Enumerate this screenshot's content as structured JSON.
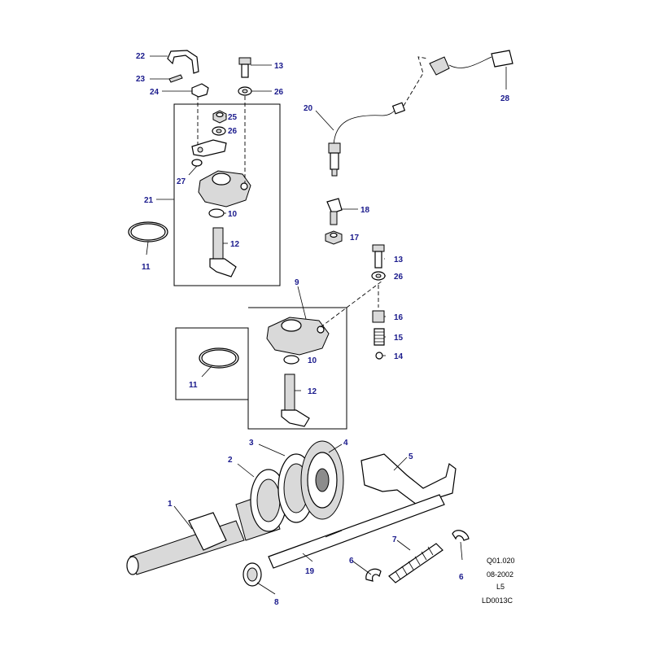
{
  "callouts": {
    "c22": "22",
    "c23": "23",
    "c24": "24",
    "c13a": "13",
    "c26a": "26",
    "c25": "25",
    "c26b": "26",
    "c27": "27",
    "c21": "21",
    "c10a": "10",
    "c12a": "12",
    "c11a": "11",
    "c20": "20",
    "c28": "28",
    "c18": "18",
    "c17": "17",
    "c13b": "13",
    "c26c": "26",
    "c9": "9",
    "c16": "16",
    "c15": "15",
    "c14": "14",
    "c10b": "10",
    "c11b": "11",
    "c12b": "12",
    "c3": "3",
    "c4": "4",
    "c2": "2",
    "c5": "5",
    "c1": "1",
    "c7": "7",
    "c6a": "6",
    "c6b": "6",
    "c19": "19",
    "c8": "8"
  },
  "reference": {
    "code": "Q01.020",
    "date": "08-2002",
    "line": "L5",
    "drawing": "LD0013C"
  },
  "colors": {
    "callout": "#1a1a8c",
    "outline": "#000000",
    "shade": "#d9d9d9"
  }
}
